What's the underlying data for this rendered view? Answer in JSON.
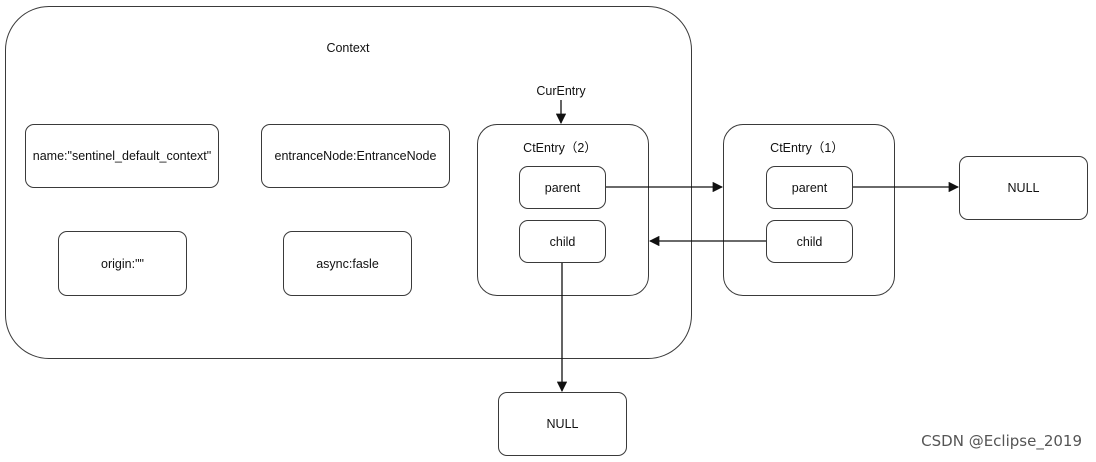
{
  "context": {
    "title": "Context",
    "name_field": "name:\"sentinel_default_context\"",
    "entrance_field": "entranceNode:EntranceNode",
    "origin_field": "origin:\"\"",
    "async_field": "async:fasle"
  },
  "cur_entry_label": "CurEntry",
  "ct_entry_2": {
    "title": "CtEntry（2）",
    "parent": "parent",
    "child": "child"
  },
  "ct_entry_1": {
    "title": "CtEntry（1）",
    "parent": "parent",
    "child": "child"
  },
  "null_right": "NULL",
  "null_bottom": "NULL",
  "watermark": "CSDN @Eclipse_2019"
}
